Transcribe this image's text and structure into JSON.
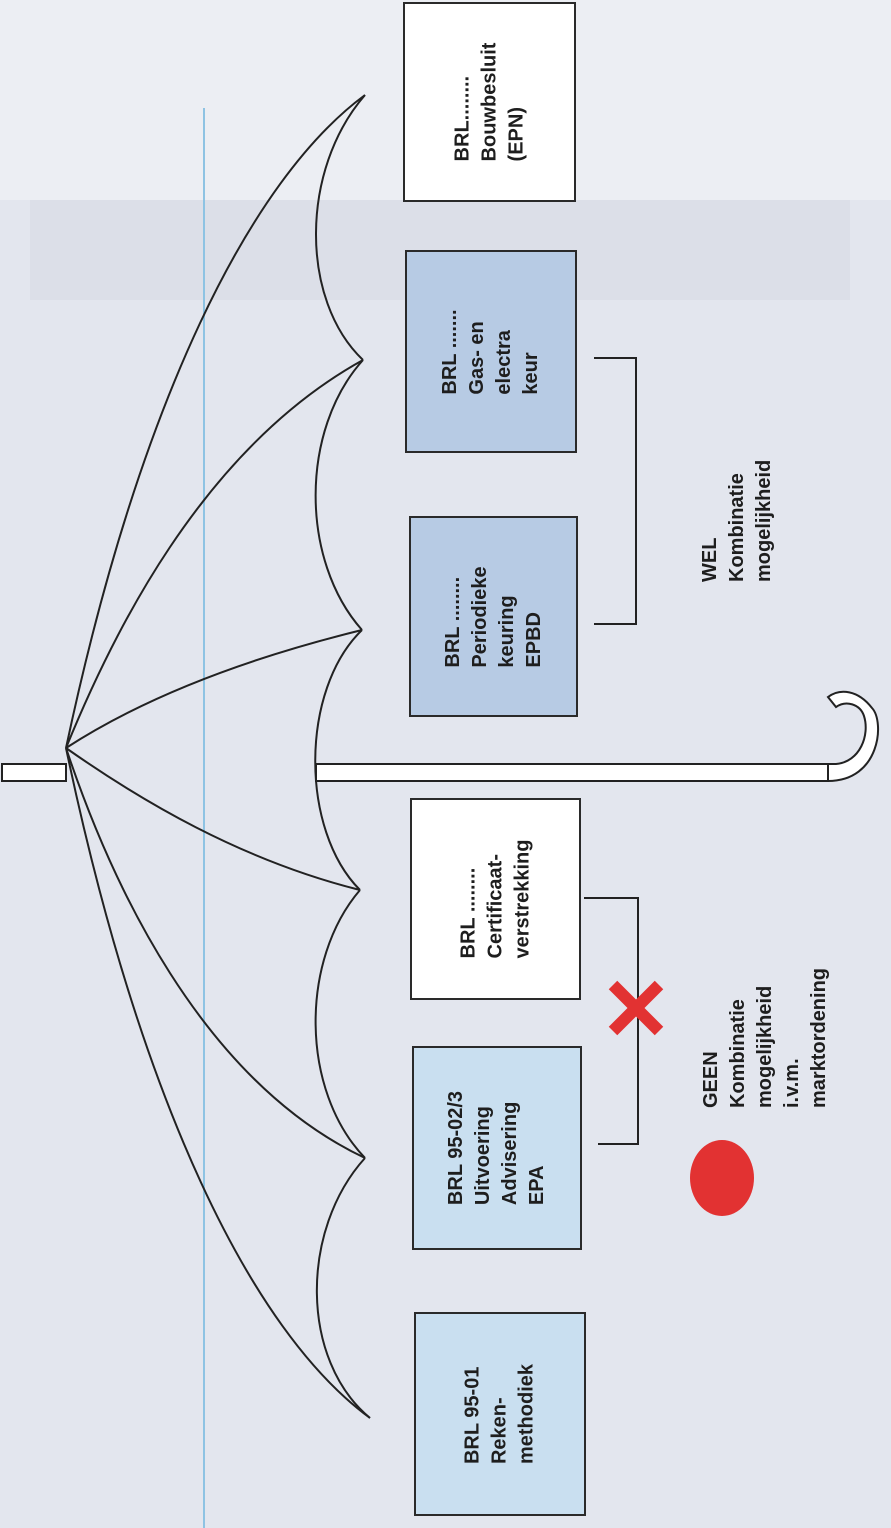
{
  "boxes": {
    "bouwbesluit": {
      "lines": [
        "BRL........",
        "Bouwbesluit",
        "(EPN)"
      ]
    },
    "gas_electra": {
      "lines": [
        "BRL .......",
        "Gas- en",
        "electra",
        "keur"
      ]
    },
    "periodieke": {
      "lines": [
        "BRL ........",
        "Periodieke",
        "keuring",
        "EPBD"
      ]
    },
    "certificaat": {
      "lines": [
        "BRL ........",
        "Certificaat-",
        "verstrekking"
      ]
    },
    "uitvoering": {
      "lines": [
        "BRL 95-02/3",
        "Uitvoering",
        "Advisering",
        "EPA"
      ]
    },
    "rekenmethodiek": {
      "lines": [
        "BRL 95-01",
        "Reken-",
        "methodiek"
      ]
    }
  },
  "notes": {
    "wel": {
      "lines": [
        "WEL",
        "Kombinatie",
        "mogelijkheid"
      ]
    },
    "geen": {
      "lines": [
        "GEEN",
        "Kombinatie",
        "mogelijkheid",
        "i.v.m.",
        "marktordening"
      ]
    }
  },
  "colors": {
    "white_box": "#ffffff",
    "light_box": "#c9dff0",
    "mid_box": "#b7cbe4",
    "red": "#e23232",
    "vertical_line": "#8ec3e3"
  }
}
